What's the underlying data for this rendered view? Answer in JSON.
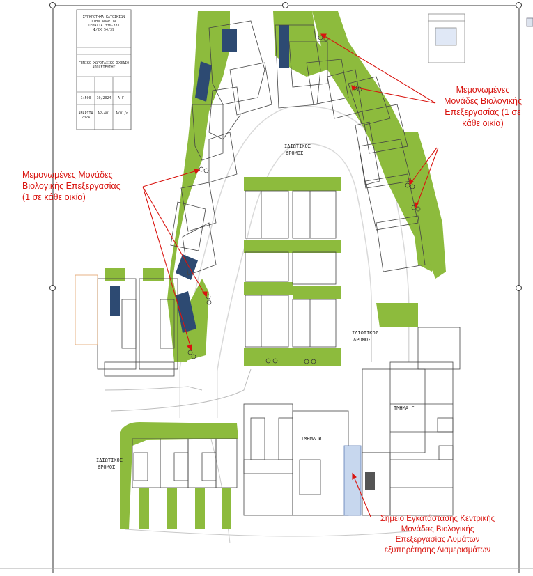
{
  "annotations": {
    "left": [
      "Μεμονωμένες Μονάδες",
      "Βιολογικής Επεξεργασίας",
      "(1 σε κάθε οικία)"
    ],
    "right": [
      "Μεμονωμένες",
      "Μονάδες Βιολογικής",
      "Επεξεργασίας (1 σε",
      "κάθε οικία)"
    ],
    "bottom": [
      "Σημείο Εγκατάστασης Κεντρικής",
      "Μονάδας Βιολογικής",
      "Επεξεργασίας Λυμάτων",
      "εξυπηρέτησης Διαμερισμάτων"
    ]
  },
  "road_labels": {
    "top": [
      "ΙΔΙΩΤΙΚΟΣ",
      "ΔΡΟΜΟΣ"
    ],
    "right": [
      "ΙΔΙΩΤΙΚΟΣ",
      "ΔΡΟΜΟΣ"
    ],
    "left": [
      "ΙΔΙΩΤΙΚΟΣ",
      "ΔΡΟΜΟΣ"
    ]
  },
  "block_labels": {
    "b": "ΤΜΗΜΑ Β",
    "g": "ΤΜΗΜΑ Γ"
  },
  "title_block": {
    "l1": "ΣΥΓΚΡΟΤΗΜΑ ΚΑΤΟΙΚΙΩΝ",
    "l2": "ΣΤΗΝ ΑΝΑΡΙΤΑ",
    "l3": "ΤΕΜΑΧΙΑ 336-331",
    "l4": "Φ/ΣΧ 54/39",
    "l5": "ΓΕΝΙΚΟ ΧΩΡΟΤΑΞΙΚΟ ΣΧΕΔΙΟ",
    "l6": "ΑΠΟΧΕΤΕΥΣΗΣ",
    "scale": "1:500",
    "date": "10/2024",
    "code": "Α.Γ.",
    "place": "ΑΝΑΡΙΤΑ 2024",
    "drawing_no": "ΑΡ-401",
    "sheet": "Α/01/α"
  },
  "colors": {
    "green": "#8dbb3d",
    "annotation": "#d9140f",
    "pv": "#2d4a72",
    "tank": "#c7d7ee"
  }
}
